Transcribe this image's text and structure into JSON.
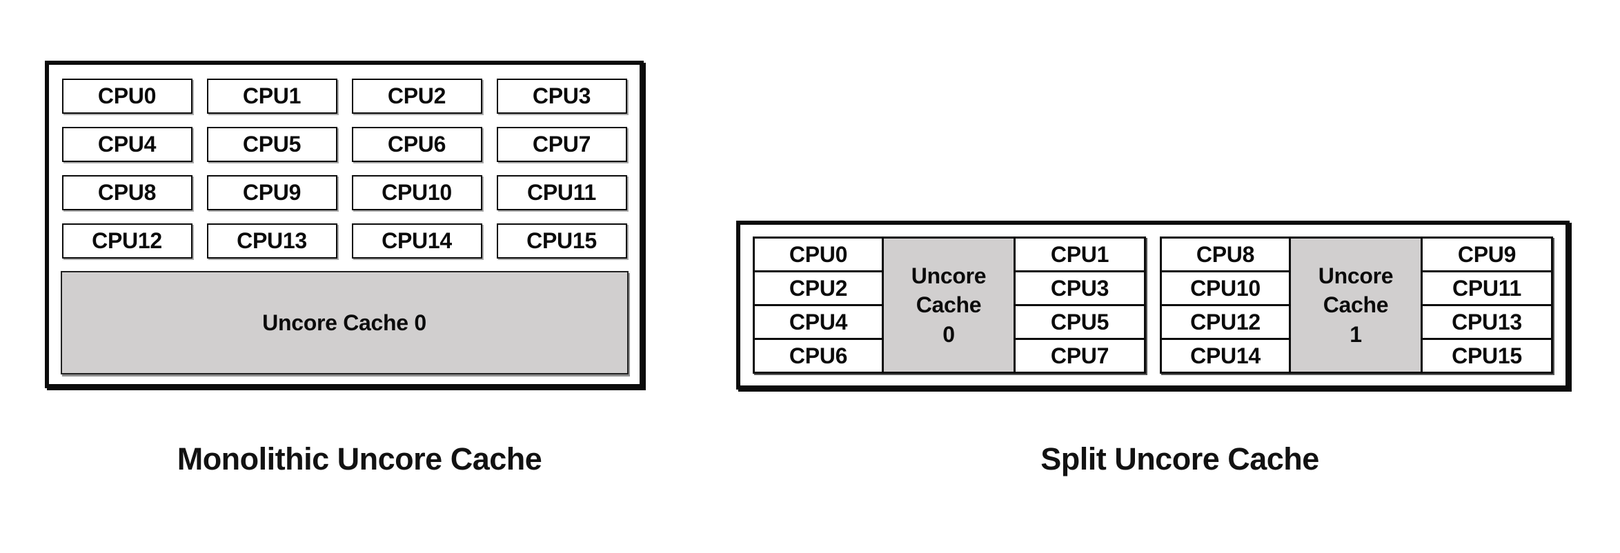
{
  "colors": {
    "border_ink": "#0b0b0b",
    "uncore_fill": "#d1cfcf",
    "background": "#ffffff"
  },
  "monolithic": {
    "title": "Monolithic Uncore Cache",
    "cpus": [
      "CPU0",
      "CPU1",
      "CPU2",
      "CPU3",
      "CPU4",
      "CPU5",
      "CPU6",
      "CPU7",
      "CPU8",
      "CPU9",
      "CPU10",
      "CPU11",
      "CPU12",
      "CPU13",
      "CPU14",
      "CPU15"
    ],
    "uncore_label": "Uncore Cache 0"
  },
  "split": {
    "title": "Split Uncore Cache",
    "clusters": [
      {
        "left_cpus": [
          "CPU0",
          "CPU2",
          "CPU4",
          "CPU6"
        ],
        "uncore_lines": [
          "Uncore",
          "Cache",
          "0"
        ],
        "right_cpus": [
          "CPU1",
          "CPU3",
          "CPU5",
          "CPU7"
        ]
      },
      {
        "left_cpus": [
          "CPU8",
          "CPU10",
          "CPU12",
          "CPU14"
        ],
        "uncore_lines": [
          "Uncore",
          "Cache",
          "1"
        ],
        "right_cpus": [
          "CPU9",
          "CPU11",
          "CPU13",
          "CPU15"
        ]
      }
    ]
  }
}
